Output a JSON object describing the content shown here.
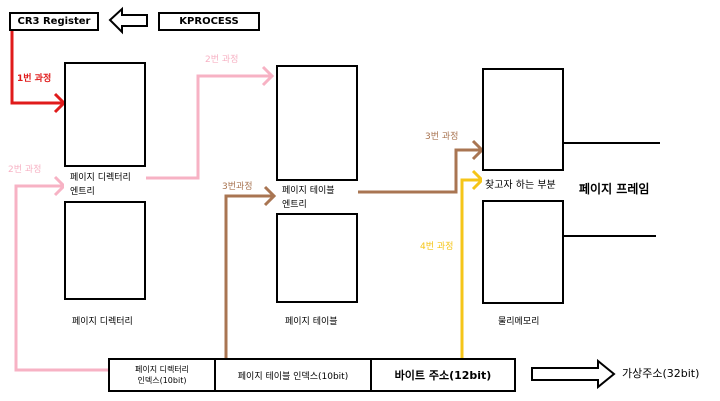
{
  "top": {
    "cr3": "CR3 Register",
    "kprocess": "KPROCESS"
  },
  "steps": {
    "s1": "1번 과정",
    "s2a": "2번 과정",
    "s2b": "2번 과정",
    "s3a": "3번과정",
    "s3b": "3번 과정",
    "s4": "4번 과정"
  },
  "page_directory": {
    "entry_line1": "페이지 디렉터리",
    "entry_line2": "엔트리",
    "caption": "페이지 디렉터리"
  },
  "page_table": {
    "entry_line1": "페이지 테이블",
    "entry_line2": "엔트리",
    "caption": "페이지 테이블"
  },
  "physical_memory": {
    "target": "찾고자 하는 부분",
    "frame": "페이지 프레임",
    "caption": "물리메모리"
  },
  "virtual_address": {
    "pd_index_line1": "페이지 디렉터리",
    "pd_index_line2": "인덱스(10bit)",
    "pt_index": "페이지 테이블 인덱스(10bit)",
    "byte_offset": "바이트 주소(12bit)",
    "label": "가상주소(32bit)"
  },
  "colors": {
    "red": "#e01b1b",
    "pink": "#f7b2c4",
    "brown": "#a97552",
    "yellow": "#f5c518"
  }
}
